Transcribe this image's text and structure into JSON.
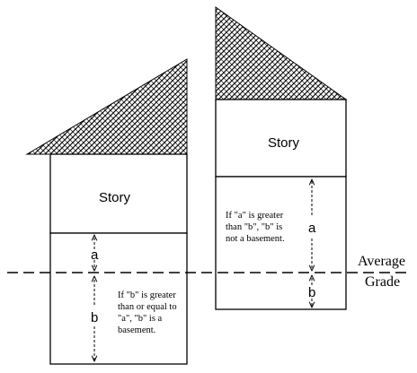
{
  "left_building": {
    "story_label": "Story",
    "dim_a": "a",
    "dim_b": "b",
    "note_lines": [
      "If \"b\" is greater",
      "than or equal to",
      "\"a\", \"b\" is a",
      "basement."
    ]
  },
  "right_building": {
    "story_label": "Story",
    "dim_a": "a",
    "dim_b": "b",
    "note_lines": [
      "If \"a\" is greater",
      "than \"b\", \"b\" is",
      "not a basement."
    ]
  },
  "grade_label": {
    "line1": "Average",
    "line2": "Grade"
  }
}
